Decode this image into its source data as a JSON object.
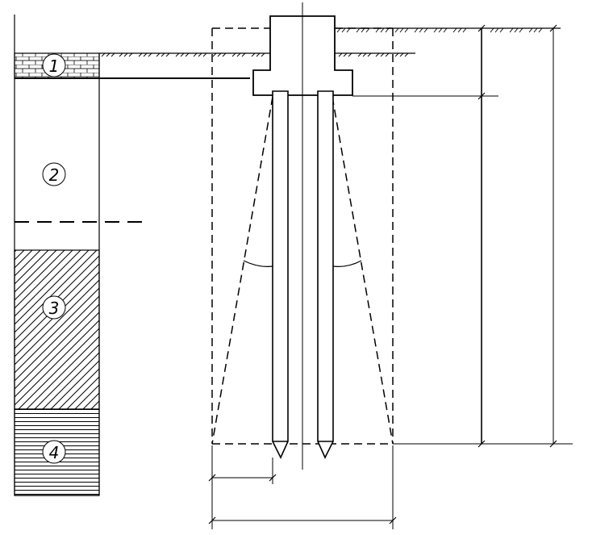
{
  "layers": [
    {
      "id": "layer-1",
      "label": "1",
      "hatch": "brick"
    },
    {
      "id": "layer-2",
      "label": "2",
      "hatch": "none"
    },
    {
      "id": "layer-3",
      "label": "3",
      "hatch": "diagonal"
    },
    {
      "id": "layer-4",
      "label": "4",
      "hatch": "horizontal"
    }
  ],
  "colors": {
    "line": "#000000",
    "background": "#ffffff"
  }
}
